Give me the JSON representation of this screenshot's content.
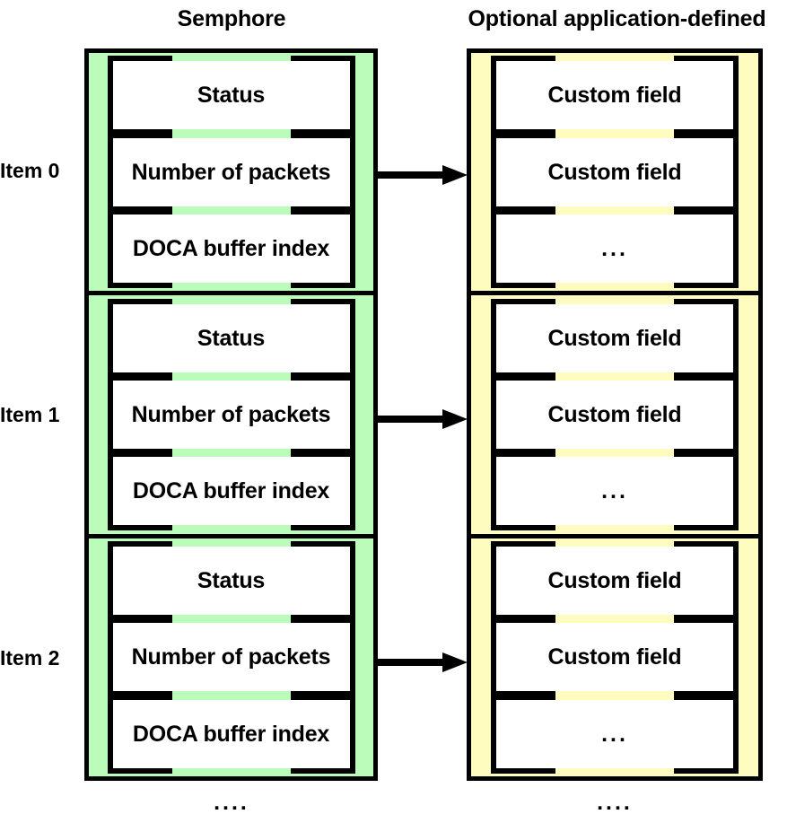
{
  "diagram": {
    "columns": [
      {
        "id": "semaphore",
        "header": "Semphore",
        "color": "#bbfcbb",
        "footer_dots": "....",
        "rows": [
          {
            "label": "Item 0",
            "fields": [
              "Status",
              "Number of packets",
              "DOCA buffer index"
            ]
          },
          {
            "label": "Item 1",
            "fields": [
              "Status",
              "Number of packets",
              "DOCA buffer index"
            ]
          },
          {
            "label": "Item 2",
            "fields": [
              "Status",
              "Number of packets",
              "DOCA buffer index"
            ]
          }
        ]
      },
      {
        "id": "optional",
        "header": "Optional application-defined",
        "color": "#fffcbf",
        "footer_dots": "....",
        "rows": [
          {
            "fields": [
              "Custom field",
              "Custom field",
              "..."
            ]
          },
          {
            "fields": [
              "Custom field",
              "Custom field",
              "..."
            ]
          },
          {
            "fields": [
              "Custom field",
              "Custom field",
              "..."
            ]
          }
        ]
      }
    ],
    "arrows": [
      {
        "from": "semaphore.row0.field1",
        "to": "optional.row0.field1"
      },
      {
        "from": "semaphore.row1.field1",
        "to": "optional.row1.field1"
      },
      {
        "from": "semaphore.row2.field1",
        "to": "optional.row2.field1"
      }
    ],
    "colors": {
      "semaphore_fill": "#bbfcbb",
      "optional_fill": "#fffcbf",
      "stroke": "#000000",
      "field_fill": "#ffffff",
      "background": "#ffffff"
    }
  }
}
